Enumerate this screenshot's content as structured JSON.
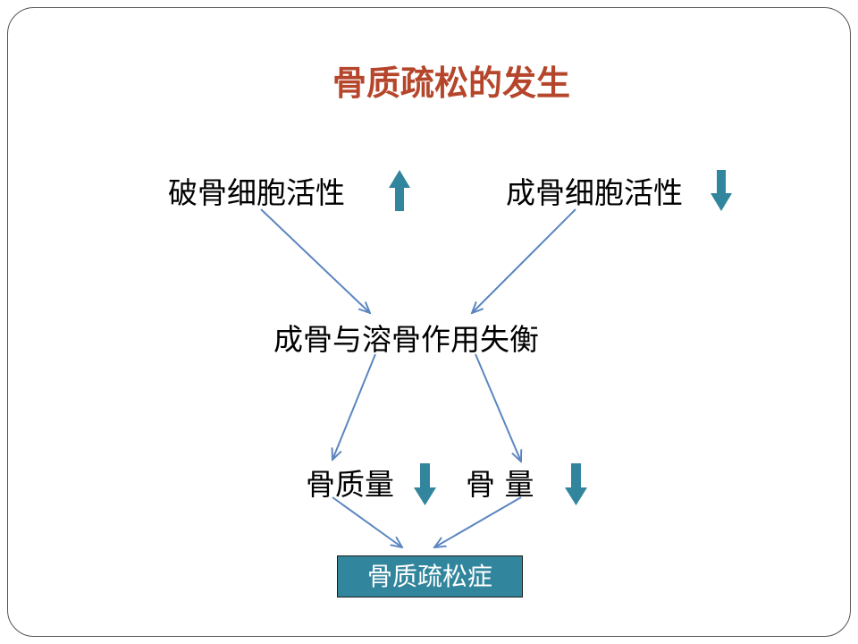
{
  "title": "骨质疏松的发生",
  "nodes": {
    "osteoclast": "破骨细胞活性",
    "osteoblast": "成骨细胞活性",
    "imbalance": "成骨与溶骨作用失衡",
    "bone_mass": "骨质量",
    "bone_amount": "骨 量",
    "result": "骨质疏松症"
  },
  "colors": {
    "title": "#b5462b",
    "indicator_arrow": "#31859c",
    "connector": "#5b86bf",
    "result_box": "#31859c"
  },
  "indicators": {
    "osteoclast": "up-arrow-icon",
    "osteoblast": "down-arrow-icon",
    "bone_mass": "down-arrow-icon",
    "bone_amount": "down-arrow-icon"
  }
}
